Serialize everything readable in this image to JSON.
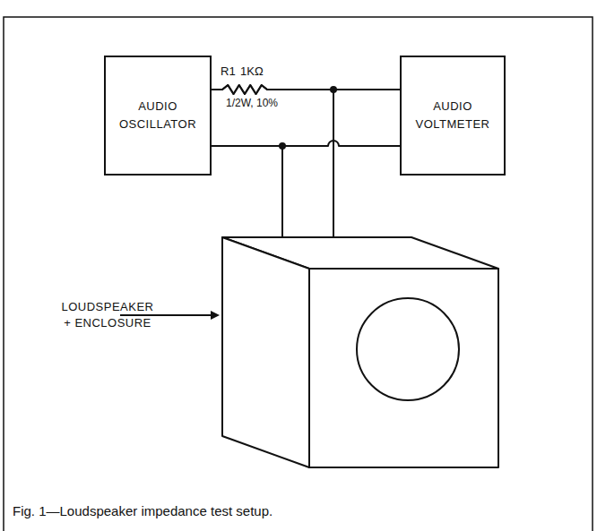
{
  "diagram": {
    "caption": "Fig. 1—Loudspeaker impedance test setup.",
    "nodes": [
      {
        "text": [
          "AUDIO OSCILLATOR"
        ]
      },
      {
        "text": [
          "AUDIO VOLTMETER"
        ]
      },
      {
        "text": [
          "LOUDSPEAKER + ENCLOSURE"
        ]
      }
    ],
    "edges": [
      {
        "from": 0,
        "to": 1,
        "arrow": "none"
      },
      {
        "from": 0,
        "to": 2,
        "arrow": "none"
      },
      {
        "from": 0,
        "to": 1,
        "arrow": "none"
      },
      {
        "from": 0,
        "to": 2,
        "arrow": "none"
      }
    ],
    "labels": [
      "R1",
      "1KΩ",
      "1/2W, 10%"
    ]
  }
}
